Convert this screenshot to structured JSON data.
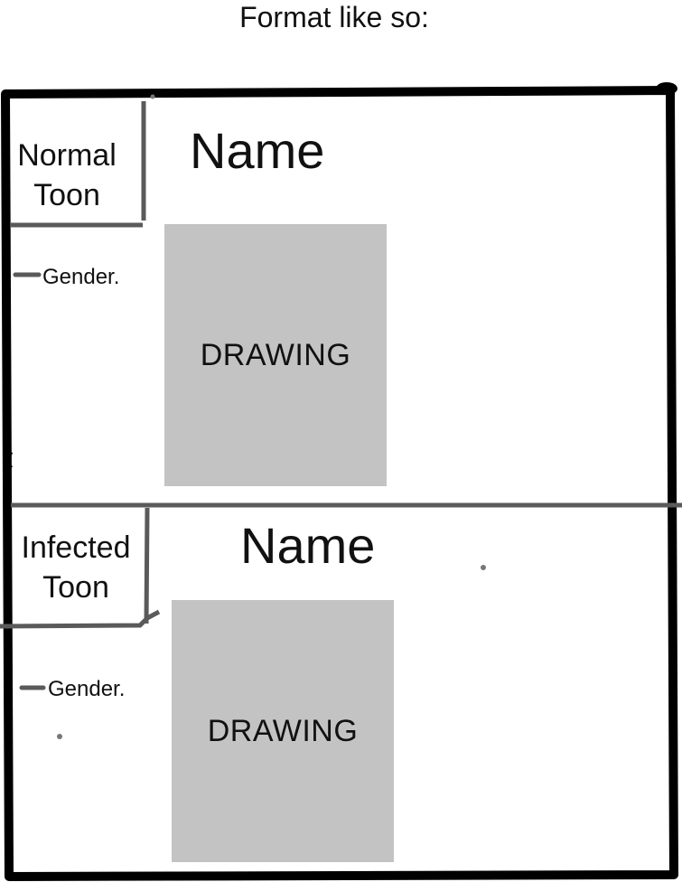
{
  "title": "Format like so:",
  "sections": [
    {
      "label_line1": "Normal",
      "label_line2": "Toon",
      "name": "Name",
      "gender": "Gender.",
      "drawing": "DRAWING"
    },
    {
      "label_line1": "Infected",
      "label_line2": "Toon",
      "name": "Name",
      "gender": "Gender.",
      "drawing": "DRAWING"
    }
  ],
  "colors": {
    "border": "#000000",
    "divider": "#5a5a5a",
    "drawing_fill": "#c3c3c3"
  }
}
